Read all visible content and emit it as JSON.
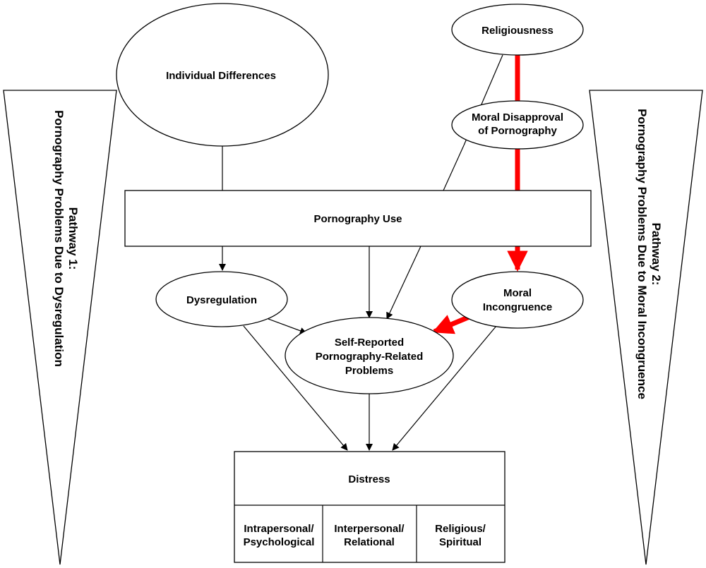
{
  "nodes": {
    "individual_differences": "Individual Differences",
    "religiousness": "Religiousness",
    "moral_disapproval_line1": "Moral Disapproval",
    "moral_disapproval_line2": "of Pornography",
    "pornography_use": "Pornography Use",
    "dysregulation": "Dysregulation",
    "moral_incongruence_line1": "Moral",
    "moral_incongruence_line2": "Incongruence",
    "self_reported_line1": "Self-Reported",
    "self_reported_line2": "Pornography-Related",
    "self_reported_line3": "Problems",
    "distress": "Distress"
  },
  "distress_categories": [
    {
      "line1": "Intrapersonal/",
      "line2": "Psychological"
    },
    {
      "line1": "Interpersonal/",
      "line2": "Relational"
    },
    {
      "line1": "Religious/",
      "line2": "Spiritual"
    }
  ],
  "pathways": {
    "pathway1_line1": "Pathway 1:",
    "pathway1_line2": "Pornography Problems Due to Dysregulation",
    "pathway2_line1": "Pathway 2:",
    "pathway2_line2": "Pornography Problems Due to Moral Incongruence"
  },
  "colors": {
    "highlight_arrow": "#ff0000",
    "stroke": "#000000"
  }
}
